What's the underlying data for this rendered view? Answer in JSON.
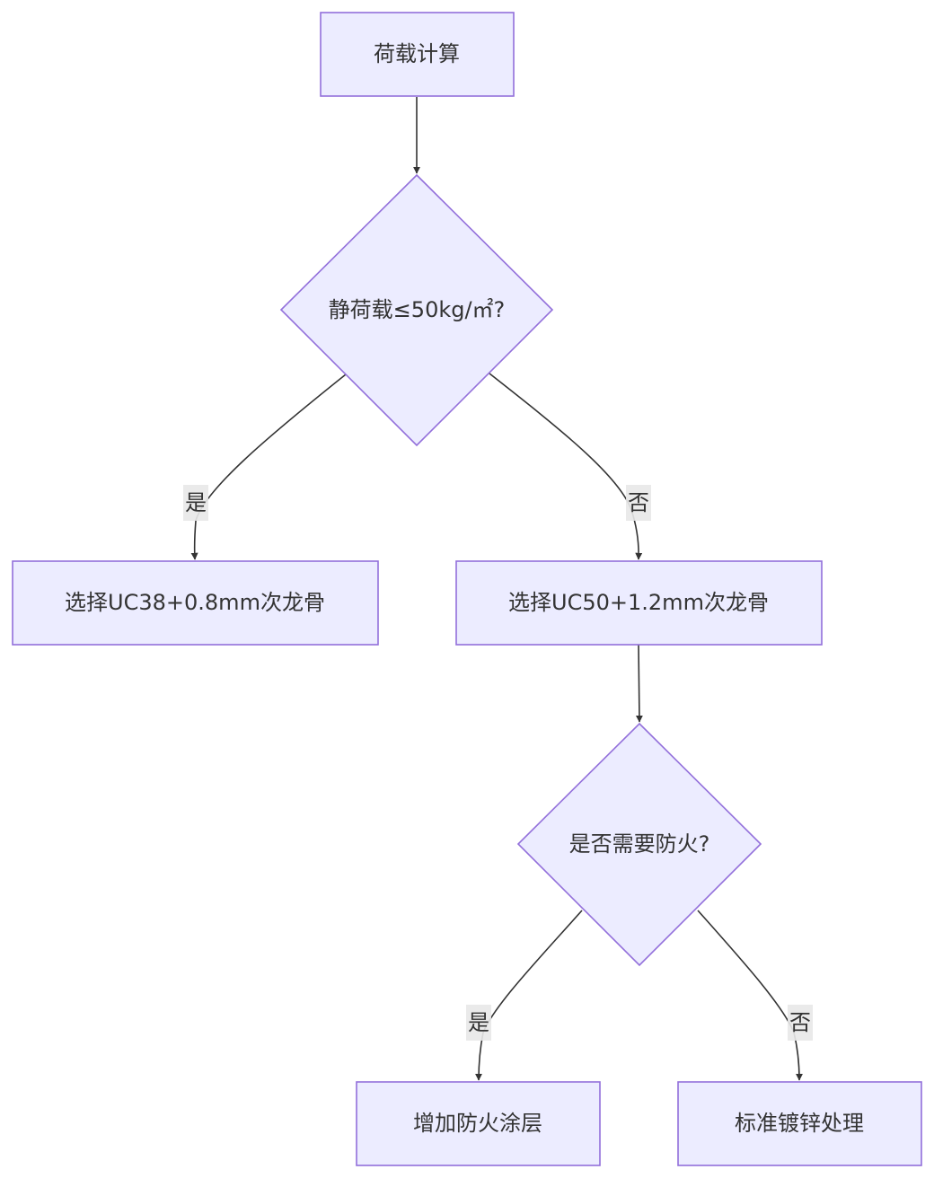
{
  "colors": {
    "node_fill": "#ececff",
    "node_stroke": "#9370db",
    "edge": "#333333",
    "label_bg": "#e8e8e8",
    "text": "#333333"
  },
  "nodes": {
    "load_calc": "荷载计算",
    "dead_load_check": "静荷载≤50kg/㎡?",
    "select_uc38": "选择UC38+0.8mm次龙骨",
    "select_uc50": "选择UC50+1.2mm次龙骨",
    "fireproof_check": "是否需要防火?",
    "add_fire_coating": "增加防火涂层",
    "standard_galvanizing": "标准镀锌处理"
  },
  "edges": {
    "load_yes": "是",
    "load_no": "否",
    "fire_yes": "是",
    "fire_no": "否"
  }
}
